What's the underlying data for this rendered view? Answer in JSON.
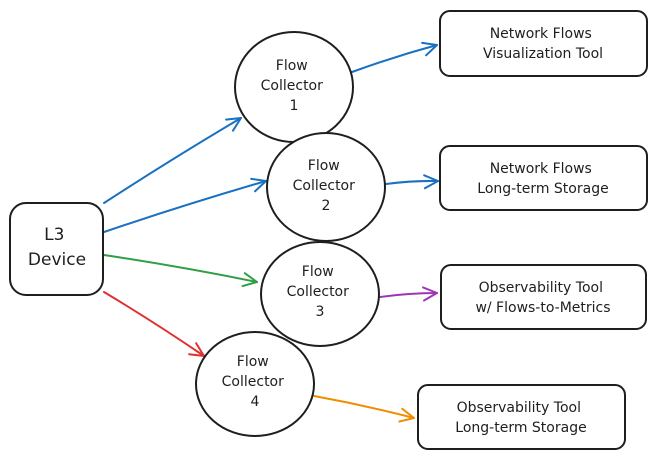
{
  "colors": {
    "blue": "#1971c2",
    "green": "#2f9e44",
    "red": "#e03131",
    "purple": "#9c36b5",
    "orange": "#f08c00",
    "stroke": "#1e1e1e"
  },
  "nodes": {
    "device": {
      "lines": [
        "L3",
        "Device"
      ]
    },
    "collector1": {
      "lines": [
        "Flow",
        "Collector",
        "1"
      ]
    },
    "collector2": {
      "lines": [
        "Flow",
        "Collector",
        "2"
      ]
    },
    "collector3": {
      "lines": [
        "Flow",
        "Collector",
        "3"
      ]
    },
    "collector4": {
      "lines": [
        "Flow",
        "Collector",
        "4"
      ]
    },
    "visualization": {
      "lines": [
        "Network Flows",
        "Visualization Tool"
      ]
    },
    "flow_storage": {
      "lines": [
        "Network Flows",
        "Long-term Storage"
      ]
    },
    "flows_to_metrics": {
      "lines": [
        "Observability Tool",
        "w/ Flows-to-Metrics"
      ]
    },
    "obs_storage": {
      "lines": [
        "Observability Tool",
        "Long-term Storage"
      ]
    }
  },
  "edges": [
    {
      "from": "device",
      "to": "collector1",
      "color": "blue"
    },
    {
      "from": "device",
      "to": "collector2",
      "color": "blue"
    },
    {
      "from": "device",
      "to": "collector3",
      "color": "green"
    },
    {
      "from": "device",
      "to": "collector4",
      "color": "red"
    },
    {
      "from": "collector1",
      "to": "visualization",
      "color": "blue"
    },
    {
      "from": "collector2",
      "to": "flow_storage",
      "color": "blue"
    },
    {
      "from": "collector3",
      "to": "flows_to_metrics",
      "color": "purple"
    },
    {
      "from": "collector4",
      "to": "obs_storage",
      "color": "orange"
    }
  ]
}
